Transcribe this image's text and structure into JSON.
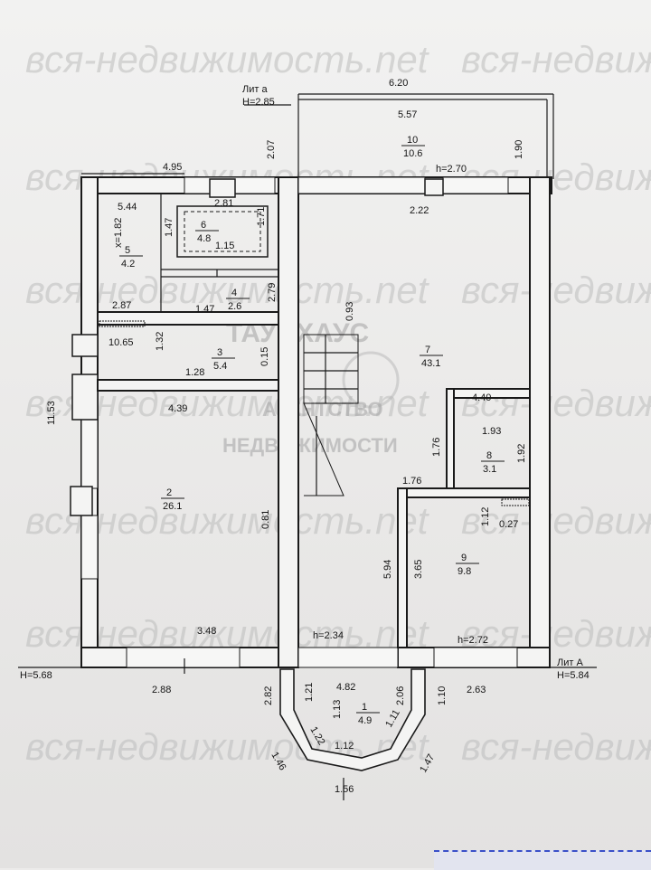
{
  "watermark": "вся-недвижимость.net",
  "agency": {
    "name": "ТАУНХАУС",
    "line1": "АГЕНТСТВО",
    "line2": "НЕДВИЖИМОСТИ"
  },
  "plan": {
    "lit_a_small": "Лит а",
    "lit_a_small_height": "H=2.85",
    "lit_a": "Лит А",
    "lit_a_height": "H=5.84",
    "left_height": "H=5.68",
    "overall_left": "11.53",
    "rooms": [
      {
        "num": "10",
        "area": "10.6"
      },
      {
        "num": "6",
        "area": "4.8"
      },
      {
        "num": "5",
        "area": "4.2"
      },
      {
        "num": "4",
        "area": "2.6"
      },
      {
        "num": "3",
        "area": "5.4"
      },
      {
        "num": "7",
        "area": "43.1"
      },
      {
        "num": "2",
        "area": "26.1"
      },
      {
        "num": "8",
        "area": "3.1"
      },
      {
        "num": "9",
        "area": "9.8"
      },
      {
        "num": "1",
        "area": "4.9"
      }
    ],
    "dims": [
      "6.20",
      "5.57",
      "2.07",
      "1.90",
      "4.95",
      "h=2.70",
      "2.81",
      "2.22",
      "5.44",
      "1.47",
      "1.71",
      "1.15",
      "x=1.82",
      "2.87",
      "1.47",
      "2.79",
      "0.93",
      "10.65",
      "1.32",
      "0.15",
      "1.28",
      "4.39",
      "4.40",
      "1.93",
      "1.76",
      "1.92",
      "1.76",
      "1.12",
      "0.27",
      "0.81",
      "5.94",
      "3.65",
      "3.48",
      "h=2.34",
      "h=2.72",
      "2.88",
      "4.82",
      "2.63",
      "2.82",
      "1.21",
      "1.13",
      "2.06",
      "1.10",
      "1.22",
      "1.11",
      "1.12",
      "1.46",
      "1.47",
      "1.56",
      "1.92"
    ]
  }
}
